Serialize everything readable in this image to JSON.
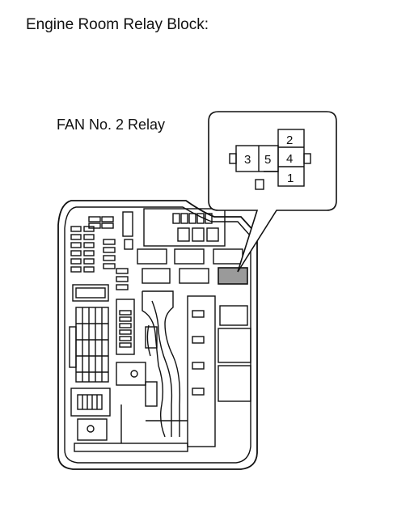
{
  "title": "Engine Room Relay Block:",
  "relay": {
    "label": "FAN No. 2 Relay",
    "pins": {
      "top": "2",
      "left": "3",
      "center": "5",
      "right": "4",
      "bottom": "1"
    }
  },
  "colors": {
    "line": "#111111",
    "highlight": "#9a9a9a",
    "background": "#ffffff"
  }
}
